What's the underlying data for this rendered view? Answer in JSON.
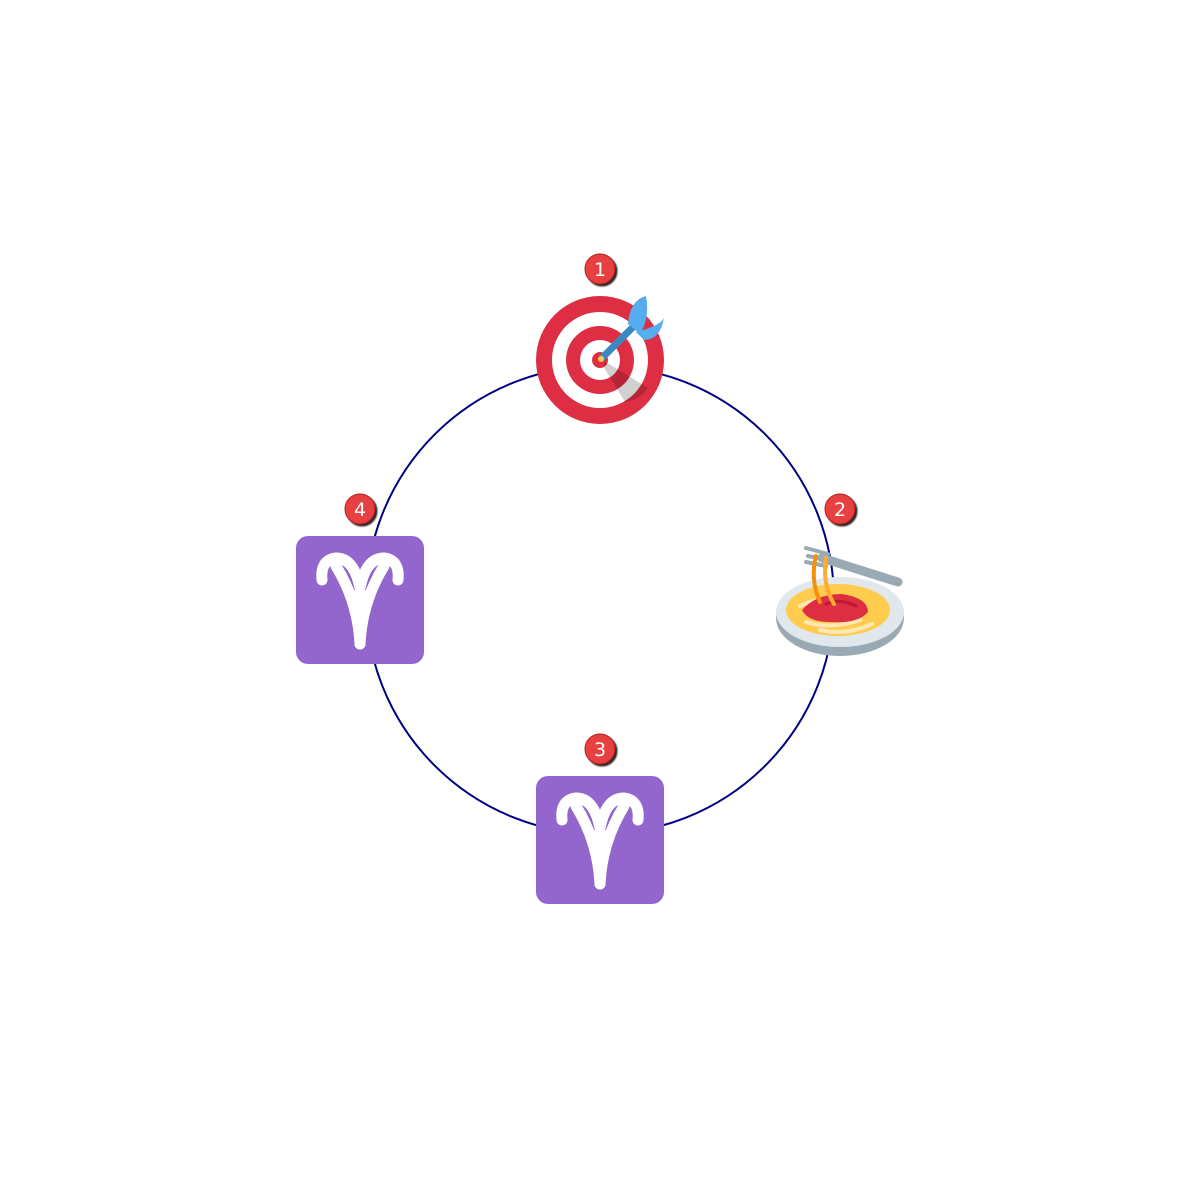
{
  "diagram": {
    "type": "cycle",
    "ring_color": "#000080",
    "badge_color": "#e8403f",
    "nodes": [
      {
        "step": "1",
        "icon": "direct-hit-target-icon",
        "color": "#dd2e44"
      },
      {
        "step": "2",
        "icon": "spaghetti-plate-icon",
        "color": "#ffcc4d"
      },
      {
        "step": "3",
        "icon": "aries-zodiac-icon",
        "color": "#9266cc"
      },
      {
        "step": "4",
        "icon": "aries-zodiac-icon",
        "color": "#9266cc"
      }
    ]
  }
}
